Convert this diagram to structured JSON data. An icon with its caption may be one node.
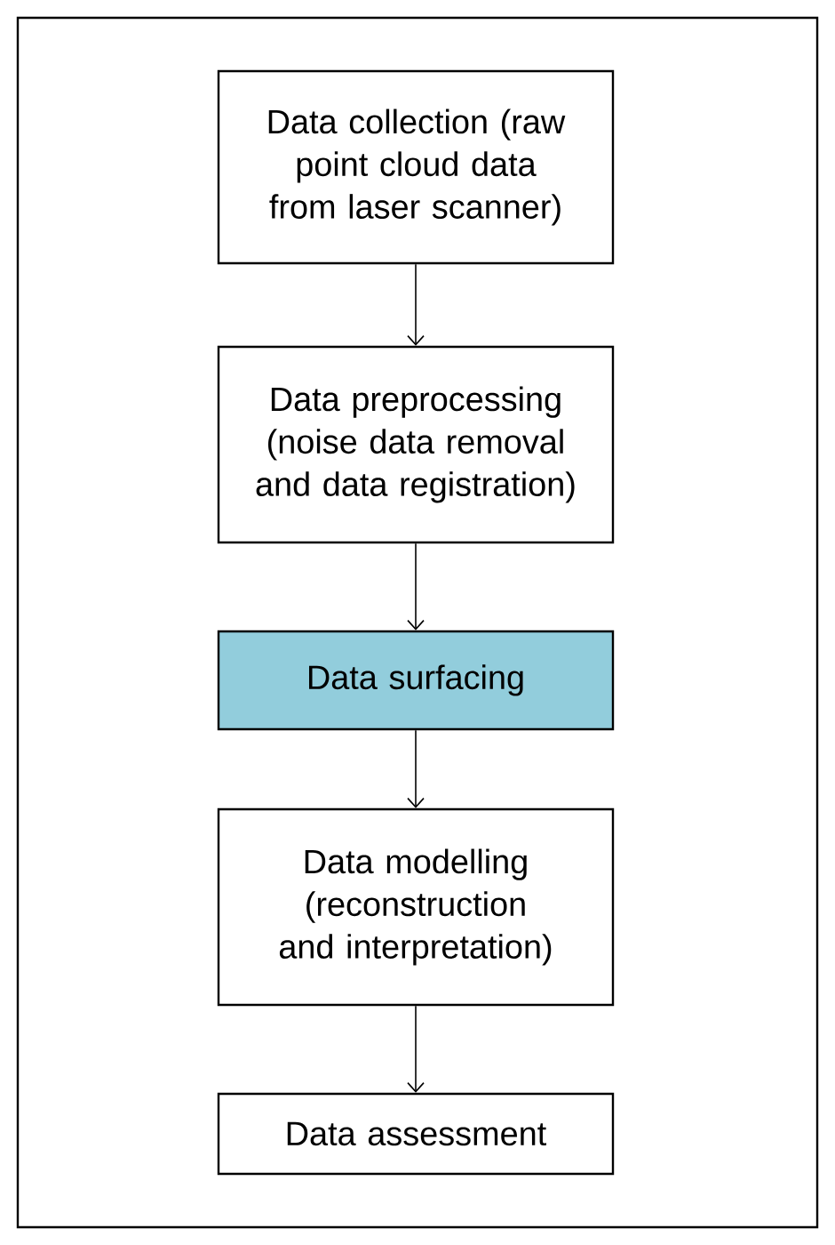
{
  "diagram": {
    "nodes": [
      {
        "text": [
          "Data collection (raw point cloud data from laser scanner)"
        ]
      },
      {
        "text": [
          "Data preprocessing (noise data removal and data registration)"
        ]
      },
      {
        "text": [
          "Data surfacing"
        ]
      },
      {
        "text": [
          "Data modelling (reconstruction and interpretation)"
        ]
      },
      {
        "text": [
          "Data assessment"
        ]
      }
    ],
    "edges": [
      {
        "from": 0,
        "to": 1,
        "arrow": "to"
      },
      {
        "from": 1,
        "to": 2,
        "arrow": "to"
      },
      {
        "from": 2,
        "to": 3,
        "arrow": "to"
      },
      {
        "from": 3,
        "to": 4,
        "arrow": "to"
      }
    ]
  }
}
